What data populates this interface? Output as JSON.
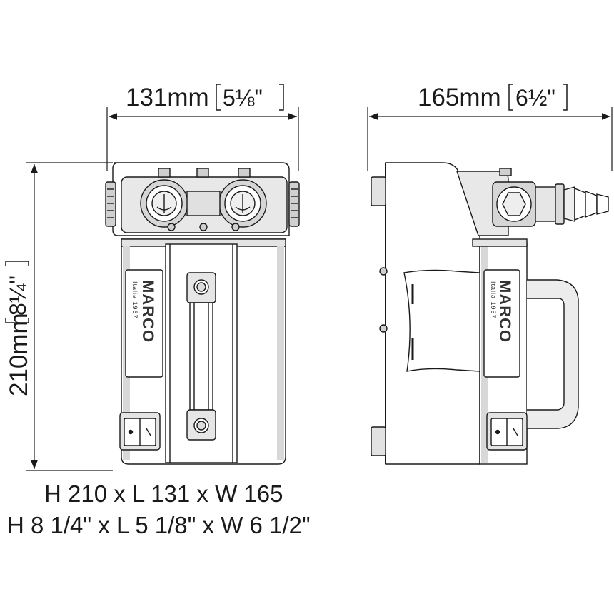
{
  "dimensions": {
    "length": {
      "metric": "131mm",
      "imperial": "5⅛\""
    },
    "width": {
      "metric": "165mm",
      "imperial": "6½\""
    },
    "height": {
      "metric": "210mm",
      "imperial": "8¼\""
    }
  },
  "brand": {
    "name": "MARCO",
    "tagline": "Italia 1967"
  },
  "summary": {
    "metric_line": "H 210 x L 131 x W 165",
    "imperial_line": "H 8 1/4\" x L 5 1/8\" x W 6 1/2\""
  },
  "colors": {
    "line": "#1a1a1a",
    "shade": "#dcdcdc",
    "fill": "#ffffff"
  }
}
